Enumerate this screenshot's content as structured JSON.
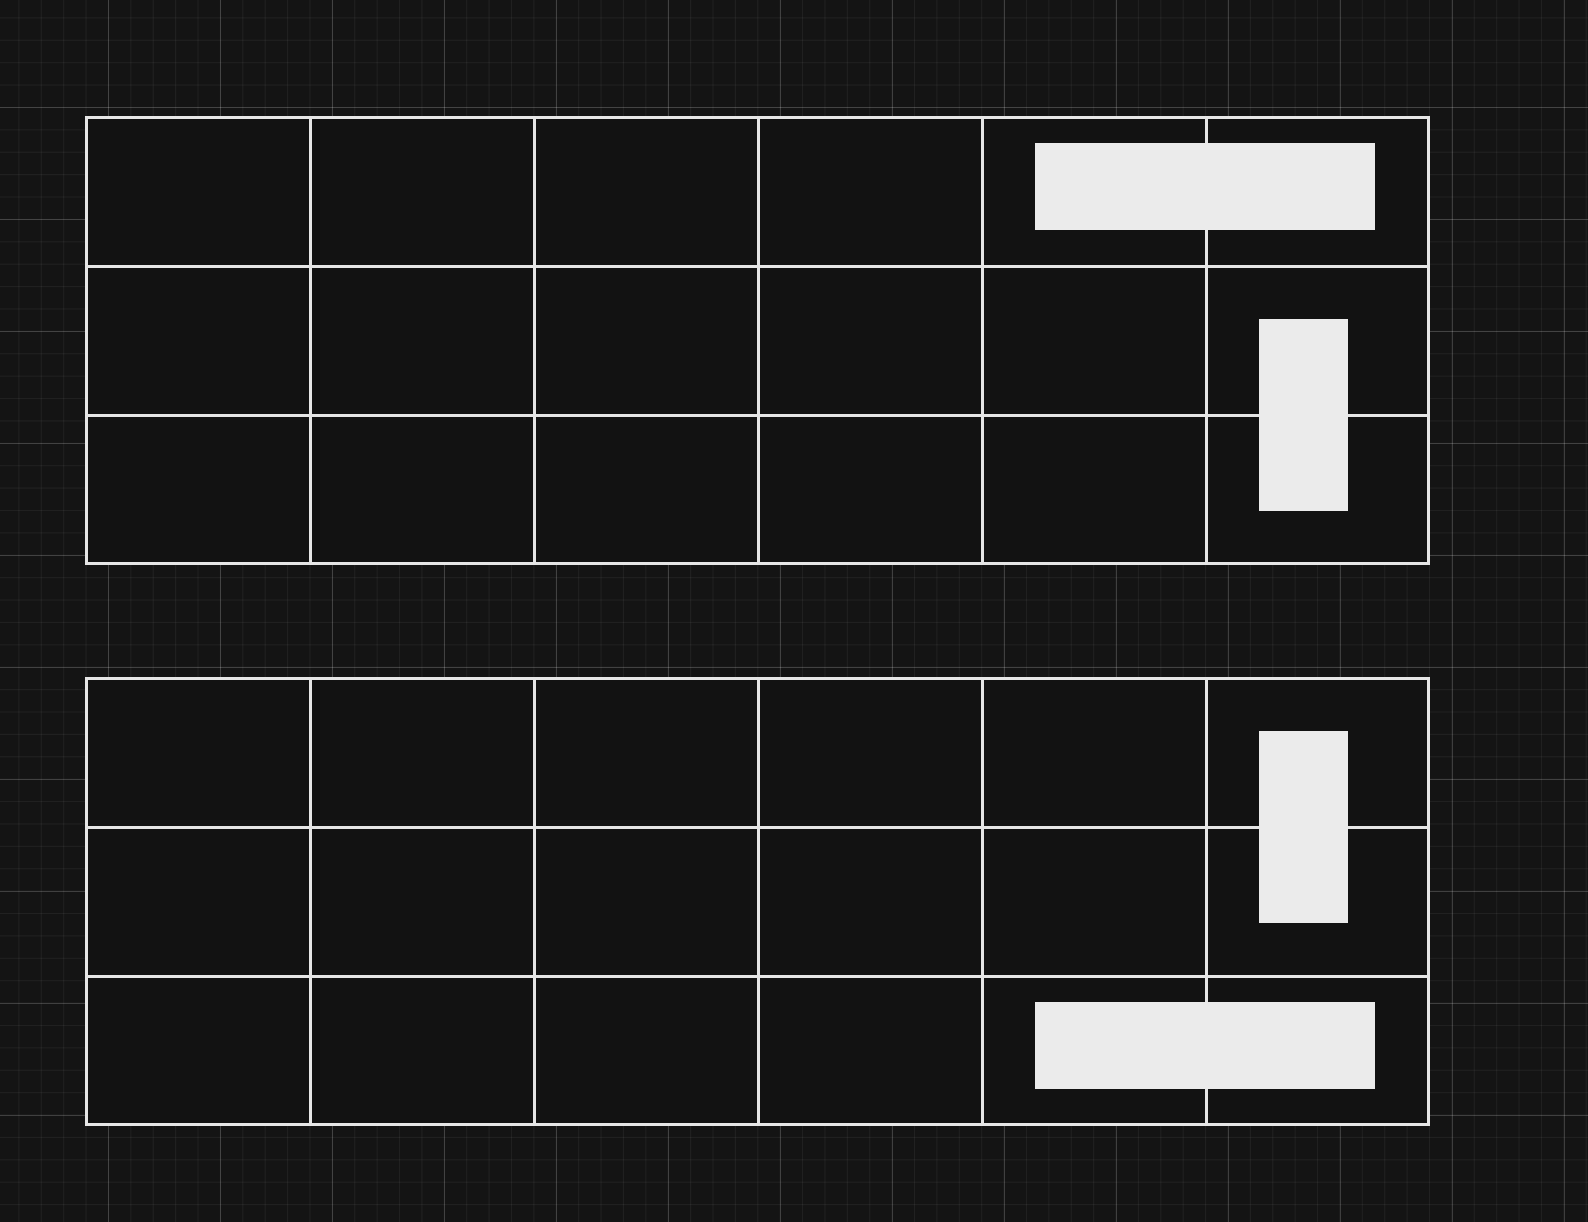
{
  "diagram": {
    "boards": [
      {
        "name": "board-top",
        "rows": 3,
        "cols": 6,
        "pieces": [
          {
            "name": "piece-horizontal",
            "orientation": "horizontal",
            "row": 0,
            "col": 4,
            "span": 2
          },
          {
            "name": "piece-vertical",
            "orientation": "vertical",
            "row": 1,
            "col": 5,
            "span": 2
          }
        ]
      },
      {
        "name": "board-bottom",
        "rows": 3,
        "cols": 6,
        "pieces": [
          {
            "name": "piece-vertical",
            "orientation": "vertical",
            "row": 0,
            "col": 5,
            "span": 2
          },
          {
            "name": "piece-horizontal",
            "orientation": "horizontal",
            "row": 2,
            "col": 4,
            "span": 2
          }
        ]
      }
    ],
    "colors": {
      "background": "#141414",
      "board_fill": "#121212",
      "grid_line": "#e6e6e6",
      "piece_fill": "#ebebeb"
    }
  }
}
